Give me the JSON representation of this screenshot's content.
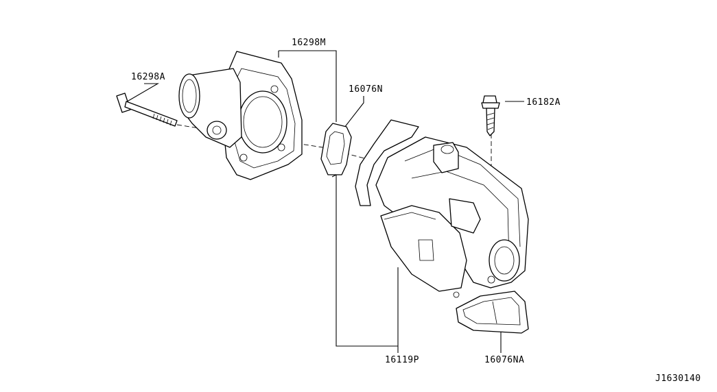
{
  "labels": {
    "p16298M": "16298M",
    "p16298A": "16298A",
    "p16076N": "16076N",
    "p16182A": "16182A",
    "p16119P": "16119P",
    "p16076NA": "16076NA",
    "diagram_id": "J1630140"
  }
}
